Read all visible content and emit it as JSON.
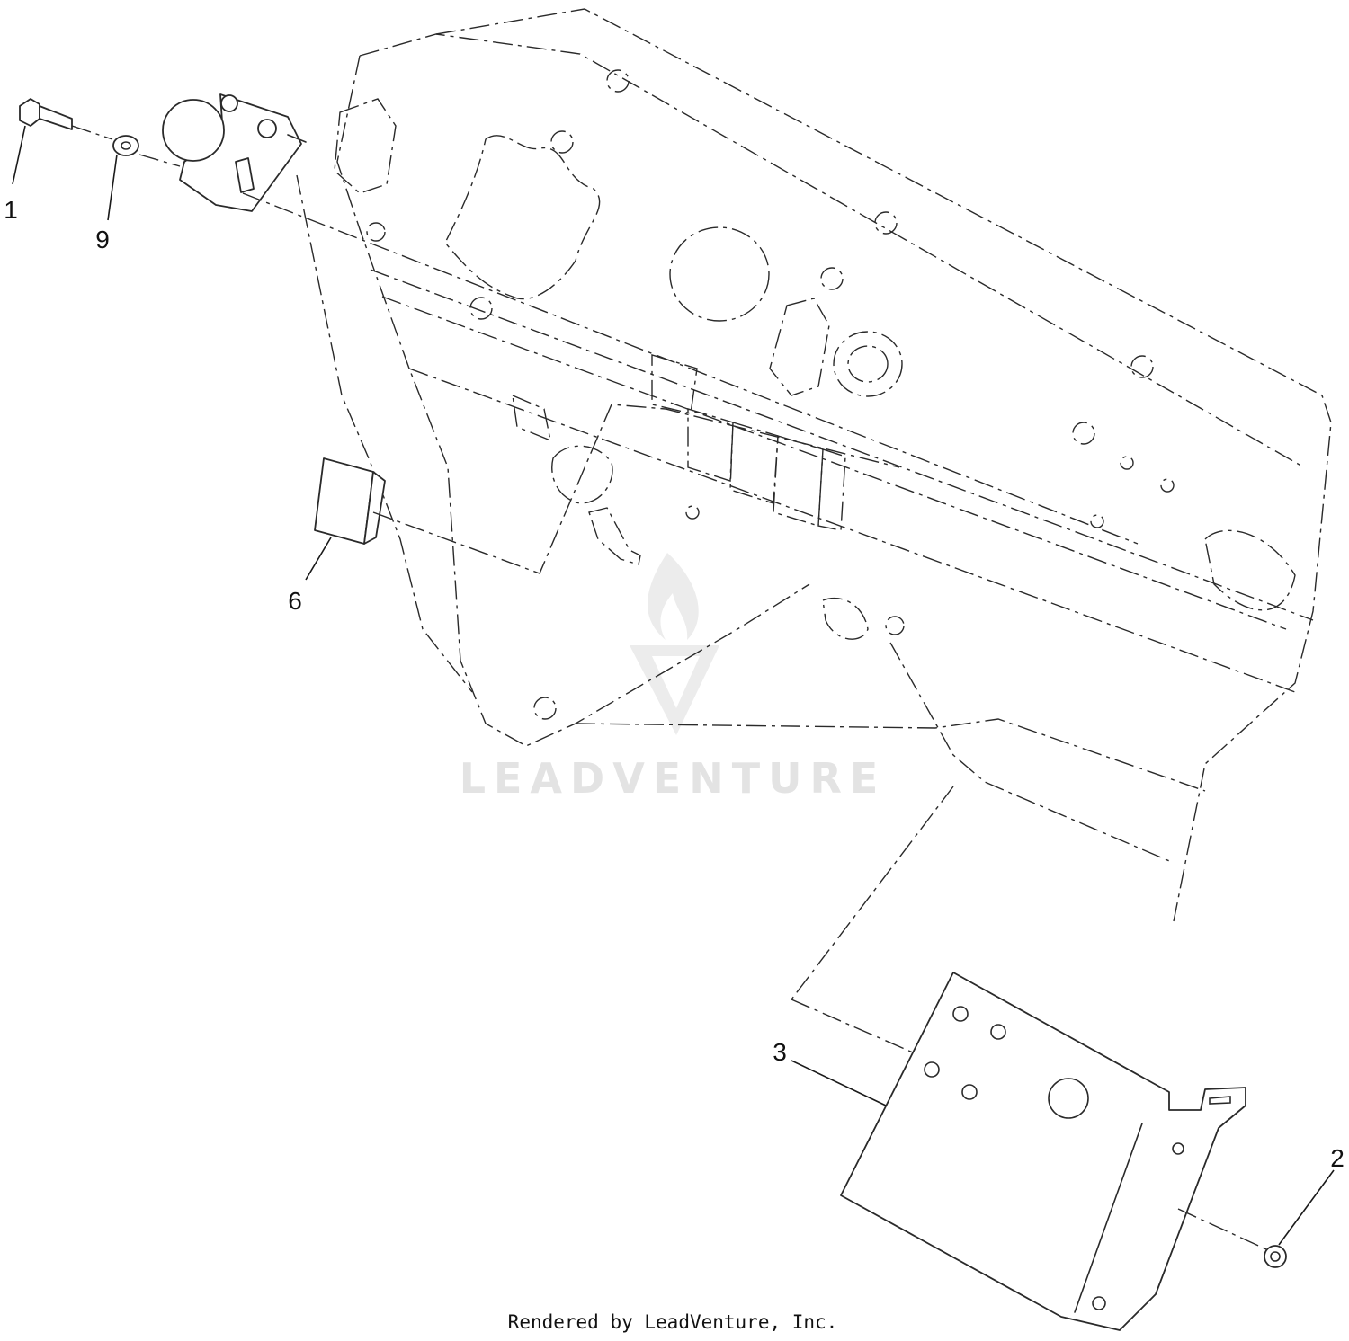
{
  "callouts": [
    {
      "id": "1",
      "label": "1"
    },
    {
      "id": "9",
      "label": "9"
    },
    {
      "id": "6",
      "label": "6"
    },
    {
      "id": "3",
      "label": "3"
    },
    {
      "id": "2",
      "label": "2"
    }
  ],
  "watermark": {
    "text": "LEADVENTURE"
  },
  "footer": {
    "text": "Rendered by LeadVenture, Inc."
  }
}
